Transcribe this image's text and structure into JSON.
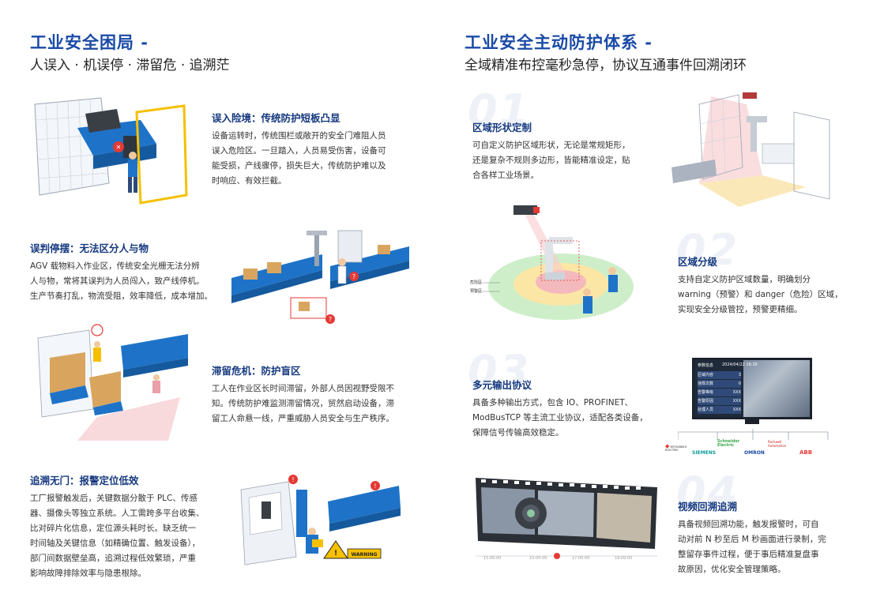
{
  "left": {
    "title": "工业安全困局 -",
    "subtitle": "人误入 · 机误停 · 滞留危 · 追溯茫",
    "sections": [
      {
        "title": "误入险境：传统防护短板凸显",
        "lines": [
          "设备运转时，传统围栏或敞开的安全门难阻人员",
          "误入危险区。一旦踏入，人员易受伤害，设备可",
          "能受损，产线骤停，损失巨大，传统防护难以及",
          "时响应、有效拦截。"
        ]
      },
      {
        "title": "误判停摆：无法区分人与物",
        "lines": [
          "AGV 载物料入作业区，传统安全光栅无法分辨",
          "人与物，常将其误判为人员闯入，致产线停机。",
          "生产节奏打乱，物流受阻，效率降低，成本增加。"
        ]
      },
      {
        "title": "滞留危机：防护盲区",
        "lines": [
          "工人在作业区长时间滞留，外部人员因视野受限不",
          "知。传统防护难监测滞留情况，贸然启动设备，滞",
          "留工人命悬一线，严重威胁人员安全与生产秩序。"
        ]
      },
      {
        "title": "追溯无门：报警定位低效",
        "lines": [
          "工厂报警触发后，关键数据分散于 PLC、传感",
          "器、摄像头等独立系统。人工需跨多平台收集、",
          "比对碎片化信息，定位源头耗时长。缺乏统一",
          "时间轴及关键信息（如精确位置、触发设备），",
          "部门间数据壁垒高，追溯过程低效繁琐，严重",
          "影响故障排除效率与隐患根除。"
        ]
      }
    ]
  },
  "right": {
    "title": "工业安全主动防护体系 -",
    "subtitle": "全域精准布控毫秒急停，协议互通事件回溯闭环",
    "sections": [
      {
        "num": "01",
        "title": "区域形状定制",
        "lines": [
          "可自定义防护区域形状，无论是常规矩形，",
          "还是复杂不规则多边形，皆能精准设定，贴",
          "合各样工业场景。"
        ]
      },
      {
        "num": "02",
        "title": "区域分级",
        "lines": [
          "支持自定义防护区域数量，明确划分",
          "warning（预警）和 danger（危险）区域，",
          "实现安全分级管控，预警更精细。"
        ]
      },
      {
        "num": "03",
        "title": "多元输出协议",
        "lines": [
          "具备多种输出方式，包含 IO、PROFINET、",
          "ModBusTCP 等主流工业协议，适配各类设备，",
          "保障信号传输高效稳定。"
        ]
      },
      {
        "num": "04",
        "title": "视频回溯追溯",
        "lines": [
          "具备视频回溯功能，触发报警时，可自",
          "动对前 N 秒至后 M 秒画面进行录制，完",
          "整留存事件过程，便于事后精准复盘事",
          "故原因，优化安全管理策略。"
        ]
      }
    ]
  },
  "zone_labels": {
    "danger": "危险区",
    "warning": "预警区"
  },
  "screen": {
    "header": "参数信息",
    "date": "2024/04/22 16:26",
    "rows": [
      [
        "区域内容",
        "3"
      ],
      [
        "违规次数",
        "0"
      ],
      [
        "告警等级",
        "XXX"
      ],
      [
        "告警原因",
        "XXX"
      ],
      [
        "处理人员",
        "XXX"
      ]
    ]
  },
  "brands": [
    "MITSUBISHI ELECTRIC",
    "Schneider Electric",
    "SIEMENS",
    "OMRON",
    "Rockwell Automation",
    "ABB"
  ],
  "timeline": [
    "15:00:00",
    "15:00:00",
    "17:00:00",
    "19:00:00"
  ],
  "warning_sign": "WARNING",
  "colors": {
    "accent": "#1a4aa6",
    "danger": "#e53935",
    "warning": "#f5c000"
  }
}
